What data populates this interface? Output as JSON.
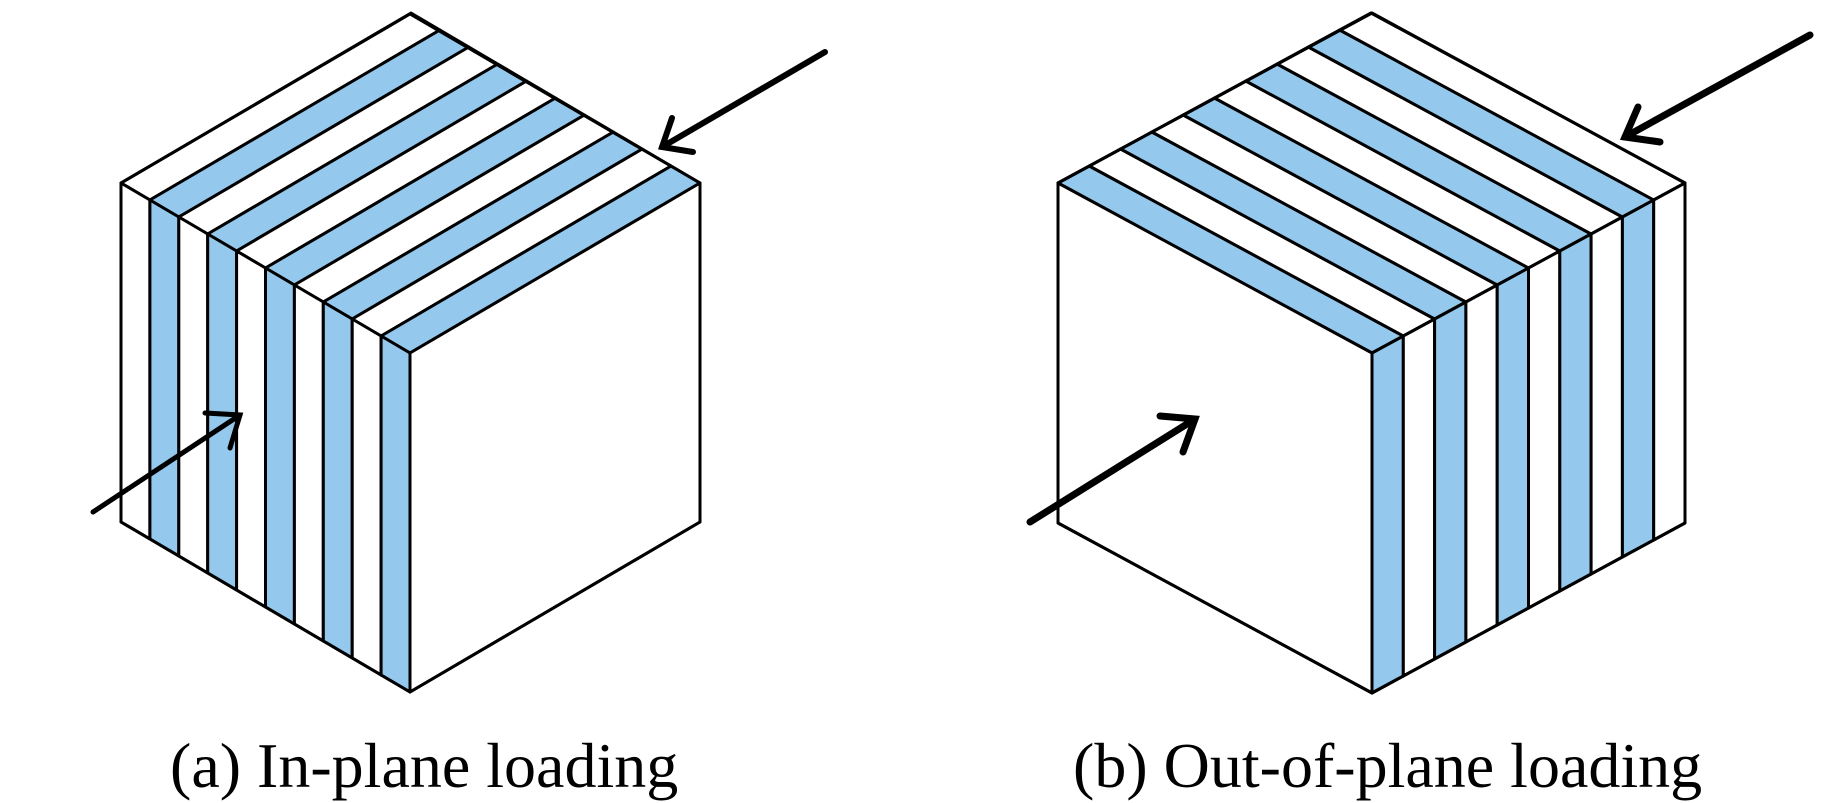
{
  "figure": {
    "panels": [
      {
        "id": "a",
        "caption": "(a) In-plane loading",
        "loading": "in-plane",
        "ply_count": 10,
        "ply_pattern": [
          "white",
          "blue",
          "white",
          "blue",
          "white",
          "blue",
          "white",
          "blue",
          "white",
          "blue"
        ],
        "laminated_face": "left",
        "arrows": [
          "load-arrow-in",
          "load-arrow-out"
        ]
      },
      {
        "id": "b",
        "caption": "(b) Out-of-plane loading",
        "loading": "out-of-plane",
        "ply_count": 10,
        "ply_pattern": [
          "blue",
          "white",
          "blue",
          "white",
          "blue",
          "white",
          "blue",
          "white",
          "blue",
          "white"
        ],
        "laminated_face": "right",
        "arrows": [
          "load-arrow-in",
          "load-arrow-out"
        ]
      }
    ],
    "colors": {
      "ply_blue": "#94C8EC",
      "ply_white": "#FFFFFF",
      "line": "#000000"
    }
  }
}
